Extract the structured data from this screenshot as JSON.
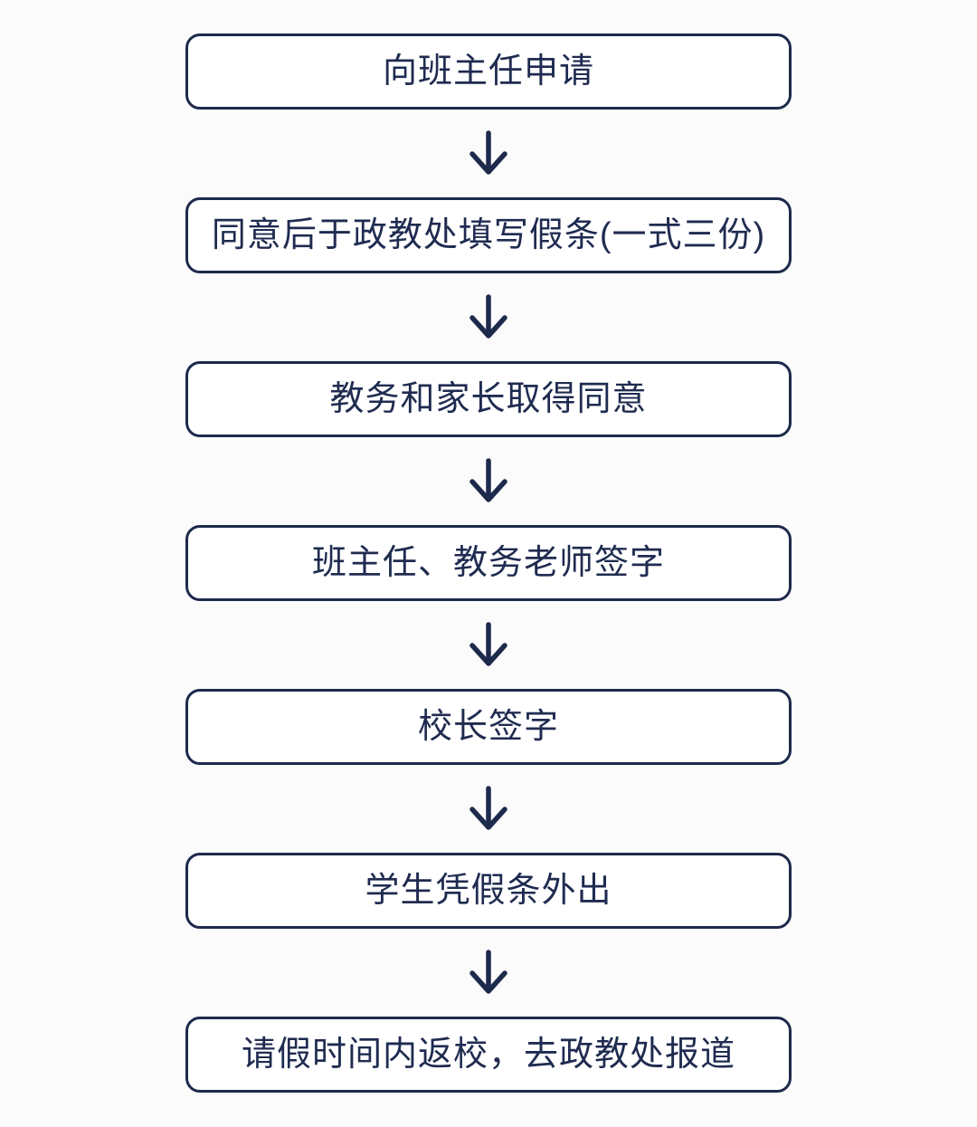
{
  "flowchart": {
    "description": "leave-request-process-flowchart",
    "steps": [
      "向班主任申请",
      "同意后于政教处填写假条(一式三份)",
      "教务和家长取得同意",
      "班主任、教务老师签字",
      "校长签字",
      "学生凭假条外出",
      "请假时间内返校，去政教处报道"
    ],
    "connector_icon": "down-arrow",
    "colors": {
      "outline": "#1e2a4c",
      "text": "#1f2b50",
      "box_fill": "#ffffff",
      "page_background": "#fbfbfc"
    }
  }
}
